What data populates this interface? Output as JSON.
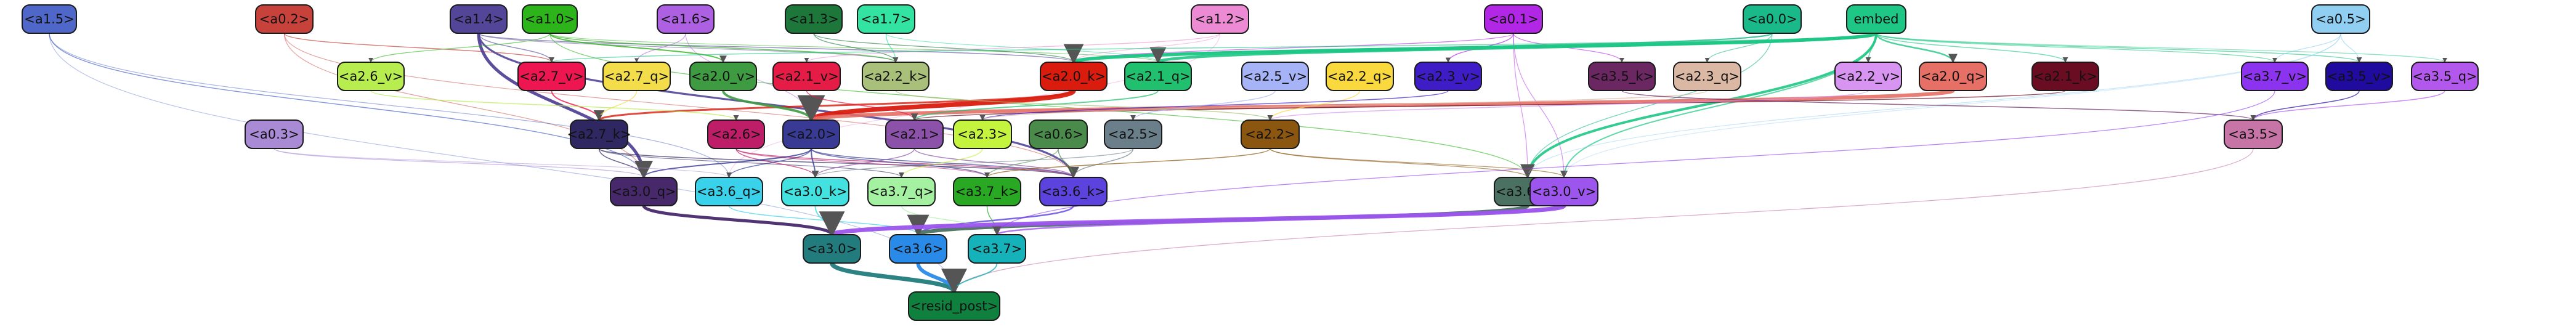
{
  "graph": {
    "nodes": [
      {
        "id": "a1_5",
        "label": "<a1.5>",
        "fill": "#4f67c8",
        "text": "#111111"
      },
      {
        "id": "a0_2",
        "label": "<a0.2>",
        "fill": "#c7423b",
        "text": "#111111"
      },
      {
        "id": "a1_4",
        "label": "<a1.4>",
        "fill": "#534597",
        "text": "#111111"
      },
      {
        "id": "a1_0",
        "label": "<a1.0>",
        "fill": "#2db41b",
        "text": "#111111"
      },
      {
        "id": "a1_6",
        "label": "<a1.6>",
        "fill": "#ad61e2",
        "text": "#111111"
      },
      {
        "id": "a1_3",
        "label": "<a1.3>",
        "fill": "#1e773a",
        "text": "#111111"
      },
      {
        "id": "a1_7",
        "label": "<a1.7>",
        "fill": "#33e3a1",
        "text": "#111111"
      },
      {
        "id": "a1_2",
        "label": "<a1.2>",
        "fill": "#ec8bd4",
        "text": "#111111"
      },
      {
        "id": "a0_1",
        "label": "<a0.1>",
        "fill": "#b226e6",
        "text": "#111111"
      },
      {
        "id": "a0_0",
        "label": "<a0.0>",
        "fill": "#19b98a",
        "text": "#111111"
      },
      {
        "id": "embed",
        "label": "embed",
        "fill": "#1ec785",
        "text": "#111111"
      },
      {
        "id": "a0_5",
        "label": "<a0.5>",
        "fill": "#90cef2",
        "text": "#111111"
      },
      {
        "id": "a2_6_v",
        "label": "<a2.6_v>",
        "fill": "#b7ed4e",
        "text": "#111111"
      },
      {
        "id": "a2_7_v",
        "label": "<a2.7_v>",
        "fill": "#ed1651",
        "text": "#111111"
      },
      {
        "id": "a2_7_q",
        "label": "<a2.7_q>",
        "fill": "#f3dd4b",
        "text": "#111111"
      },
      {
        "id": "a2_0_v",
        "label": "<a2.0_v>",
        "fill": "#3f9b42",
        "text": "#111111"
      },
      {
        "id": "a2_1_v",
        "label": "<a2.1_v>",
        "fill": "#e51c46",
        "text": "#111111"
      },
      {
        "id": "a2_2_k",
        "label": "<a2.2_k>",
        "fill": "#a9c07a",
        "text": "#111111"
      },
      {
        "id": "a2_0_k",
        "label": "<a2.0_k>",
        "fill": "#d91c0e",
        "text": "#111111"
      },
      {
        "id": "a2_1_q",
        "label": "<a2.1_q>",
        "fill": "#20c06f",
        "text": "#111111"
      },
      {
        "id": "a2_5_v",
        "label": "<a2.5_v>",
        "fill": "#a6b3f7",
        "text": "#111111"
      },
      {
        "id": "a2_2_q",
        "label": "<a2.2_q>",
        "fill": "#fad93e",
        "text": "#111111"
      },
      {
        "id": "a2_3_v",
        "label": "<a2.3_v>",
        "fill": "#3e1dc6",
        "text": "#111111"
      },
      {
        "id": "a3_5_k",
        "label": "<a3.5_k>",
        "fill": "#6a2761",
        "text": "#111111"
      },
      {
        "id": "a2_3_q",
        "label": "<a2.3_q>",
        "fill": "#dbb8a4",
        "text": "#111111"
      },
      {
        "id": "a2_2_v",
        "label": "<a2.2_v>",
        "fill": "#d795f1",
        "text": "#111111"
      },
      {
        "id": "a2_0_q",
        "label": "<a2.0_q>",
        "fill": "#e66f66",
        "text": "#111111"
      },
      {
        "id": "a2_1_k",
        "label": "<a2.1_k>",
        "fill": "#6a0d22",
        "text": "#111111"
      },
      {
        "id": "a3_7_v",
        "label": "<a3.7_v>",
        "fill": "#8c33ef",
        "text": "#111111"
      },
      {
        "id": "a3_5_v",
        "label": "<a3.5_v>",
        "fill": "#1f0b9e",
        "text": "#111111"
      },
      {
        "id": "a3_5_q",
        "label": "<a3.5_q>",
        "fill": "#b358ec",
        "text": "#111111"
      },
      {
        "id": "a0_3",
        "label": "<a0.3>",
        "fill": "#a98ad5",
        "text": "#111111"
      },
      {
        "id": "a2_7_k",
        "label": "<a2.7_k>",
        "fill": "#2f2761",
        "text": "#111111"
      },
      {
        "id": "a2_6",
        "label": "<a2.6>",
        "fill": "#be1d67",
        "text": "#111111"
      },
      {
        "id": "a2_0",
        "label": "<a2.0>",
        "fill": "#383a93",
        "text": "#111111"
      },
      {
        "id": "a2_1",
        "label": "<a2.1>",
        "fill": "#8c51a8",
        "text": "#111111"
      },
      {
        "id": "a2_3",
        "label": "<a2.3>",
        "fill": "#c4f43e",
        "text": "#111111"
      },
      {
        "id": "a0_6",
        "label": "<a0.6>",
        "fill": "#4a8a4b",
        "text": "#111111"
      },
      {
        "id": "a2_5",
        "label": "<a2.5>",
        "fill": "#6a7f89",
        "text": "#111111"
      },
      {
        "id": "a2_2",
        "label": "<a2.2>",
        "fill": "#8b5710",
        "text": "#111111"
      },
      {
        "id": "a3_5",
        "label": "<a3.5>",
        "fill": "#c774a7",
        "text": "#111111"
      },
      {
        "id": "a3_0_q",
        "label": "<a3.0_q>",
        "fill": "#47296b",
        "text": "#111111"
      },
      {
        "id": "a3_6_q",
        "label": "<a3.6_q>",
        "fill": "#39d2ea",
        "text": "#111111"
      },
      {
        "id": "a3_0_k",
        "label": "<a3.0_k>",
        "fill": "#43e1df",
        "text": "#111111"
      },
      {
        "id": "a3_7_q",
        "label": "<a3.7_q>",
        "fill": "#a5f1a2",
        "text": "#111111"
      },
      {
        "id": "a3_7_k",
        "label": "<a3.7_k>",
        "fill": "#29a923",
        "text": "#111111"
      },
      {
        "id": "a3_6_k",
        "label": "<a3.6_k>",
        "fill": "#5d43de",
        "text": "#111111"
      },
      {
        "id": "a3_6_v",
        "label": "<a3.6_v>",
        "fill": "#4b7162",
        "text": "#111111"
      },
      {
        "id": "a3_0_v",
        "label": "<a3.0_v>",
        "fill": "#9c55ed",
        "text": "#111111"
      },
      {
        "id": "a3_0",
        "label": "<a3.0>",
        "fill": "#227b7d",
        "text": "#111111"
      },
      {
        "id": "a3_6",
        "label": "<a3.6>",
        "fill": "#2a8ae8",
        "text": "#111111"
      },
      {
        "id": "a3_7",
        "label": "<a3.7>",
        "fill": "#15b3b9",
        "text": "#111111"
      },
      {
        "id": "resid_post",
        "label": "<resid_post>",
        "fill": "#10803f",
        "text": "#111111"
      }
    ]
  }
}
